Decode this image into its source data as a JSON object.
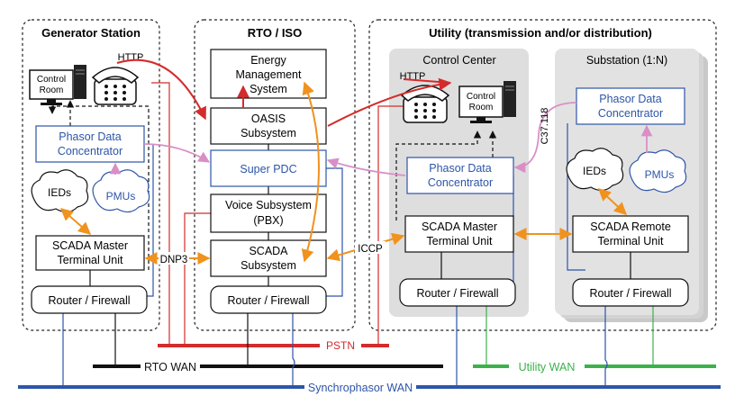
{
  "zones": {
    "generator": "Generator Station",
    "rto": "RTO / ISO",
    "utility": "Utility (transmission and/or distribution)",
    "control_center": "Control Center",
    "substation": "Substation (1:N)"
  },
  "boxes": {
    "ems": [
      "Energy",
      "Management",
      "System"
    ],
    "oasis": [
      "OASIS",
      "Subsystem"
    ],
    "super_pdc": "Super PDC",
    "voice": [
      "Voice Subsystem",
      "(PBX)"
    ],
    "scada_rto": [
      "SCADA",
      "Subsystem"
    ],
    "router": "Router / Firewall",
    "pdc": [
      "Phasor Data",
      "Concentrator"
    ],
    "scada_master": [
      "SCADA Master",
      "Terminal Unit"
    ],
    "scada_remote": [
      "SCADA Remote",
      "Terminal Unit"
    ],
    "ieds": "IEDs",
    "pmus": "PMUs",
    "control_room": [
      "Control",
      "Room"
    ]
  },
  "links": {
    "http": "HTTP",
    "dnp3": "DNP3",
    "iccp": "ICCP",
    "c37": "C37.118"
  },
  "networks": {
    "pstn": "PSTN",
    "rto_wan": "RTO WAN",
    "utility_wan": "Utility WAN",
    "synchrophasor_wan": "Synchrophasor WAN"
  },
  "colors": {
    "pstn": "#d42b2b",
    "synchrophasor": "#2d55a8",
    "utility_wan": "#3bb24a",
    "rto_wan": "#111111",
    "iccp_arrows": "#f0921e",
    "pdc_arrows": "#d98fc6",
    "pdc_text": "#2d55a8"
  }
}
